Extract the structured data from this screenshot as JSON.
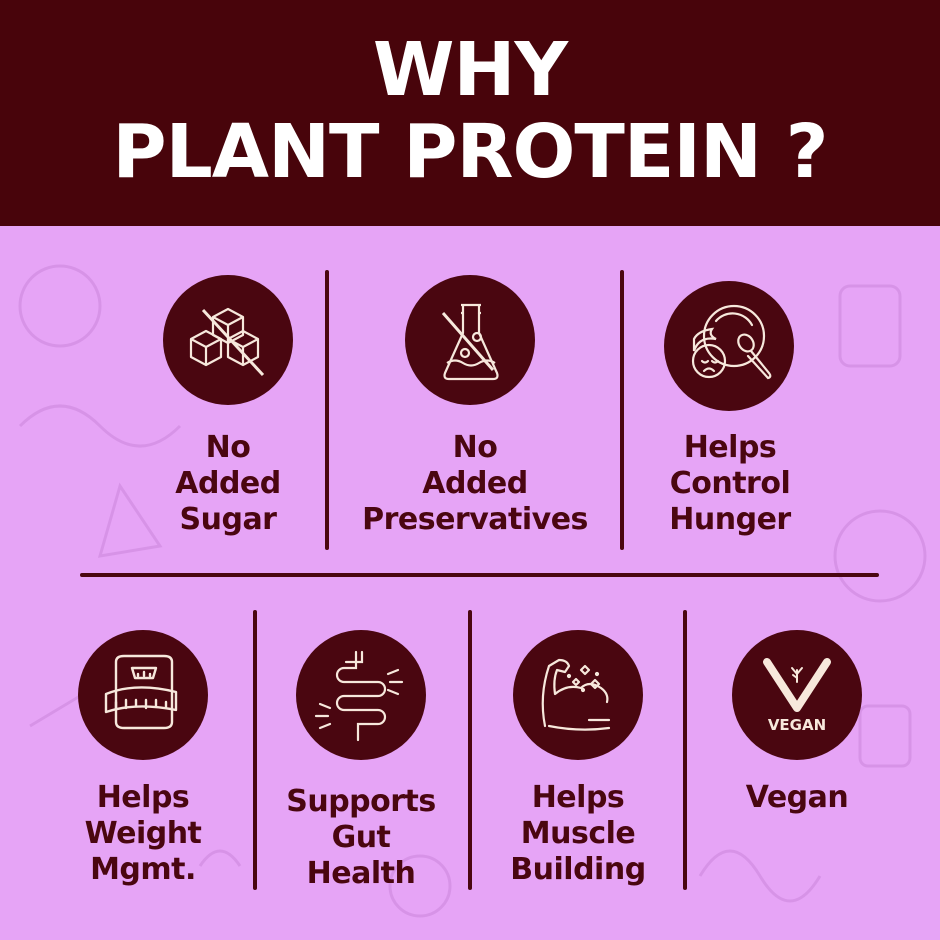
{
  "header": {
    "title_line1": "WHY",
    "title_line2": "PLANT PROTEIN ?"
  },
  "colors": {
    "header_bg": "#48040b",
    "page_bg": "#e6a4f6",
    "accent": "#4a0610",
    "icon_stroke": "#f7e8dc",
    "title_text": "#ffffff"
  },
  "benefits": [
    {
      "icon": "no-sugar-cubes-icon",
      "lines": [
        "No",
        "Added",
        "Sugar"
      ]
    },
    {
      "icon": "no-preservatives-flask-icon",
      "lines": [
        "No",
        "Added",
        "Preservatives"
      ]
    },
    {
      "icon": "hunger-plate-spoon-icon",
      "lines": [
        "Helps",
        "Control",
        "Hunger"
      ]
    },
    {
      "icon": "weight-scale-tape-icon",
      "lines": [
        "Helps",
        "Weight",
        "Mgmt."
      ]
    },
    {
      "icon": "gut-intestine-icon",
      "lines": [
        "Supports",
        "Gut",
        "Health"
      ]
    },
    {
      "icon": "muscle-arm-icon",
      "lines": [
        "Helps",
        "Muscle",
        "Building"
      ]
    },
    {
      "icon": "vegan-v-icon",
      "lines": [
        "Vegan"
      ],
      "badge_text": "VEGAN"
    }
  ]
}
